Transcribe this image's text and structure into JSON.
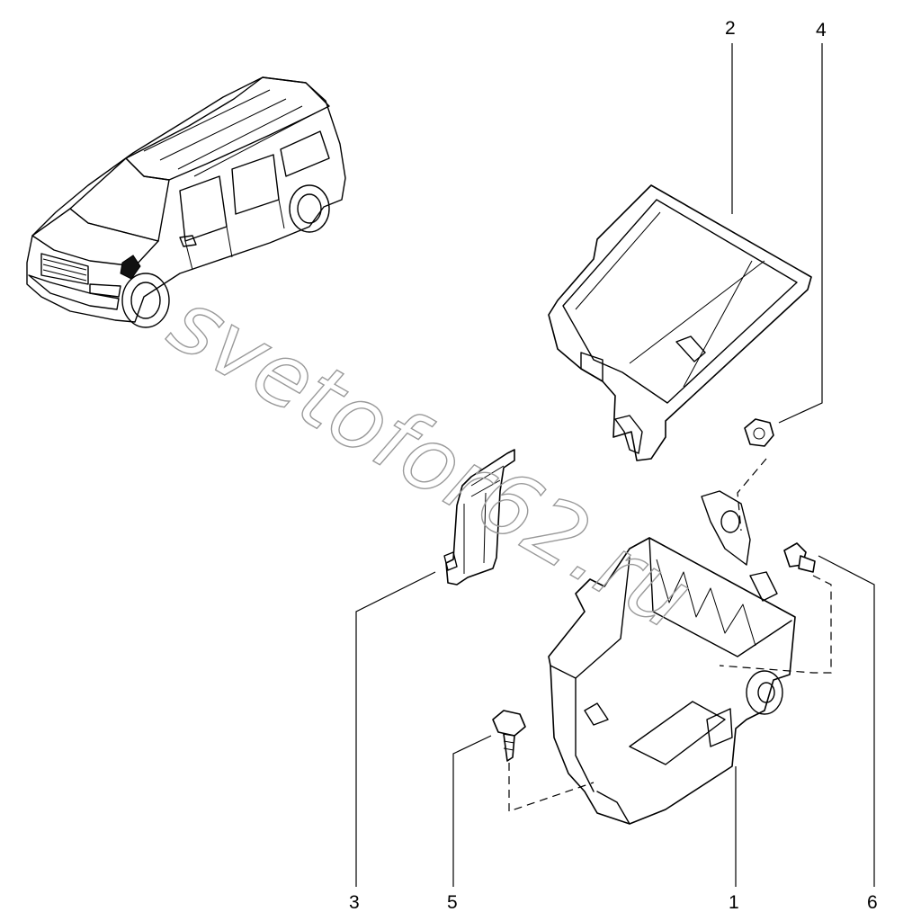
{
  "callouts": {
    "c1": "1",
    "c2": "2",
    "c3": "3",
    "c4": "4",
    "c5": "5",
    "c6": "6"
  },
  "watermark": "svetofor62.ru"
}
